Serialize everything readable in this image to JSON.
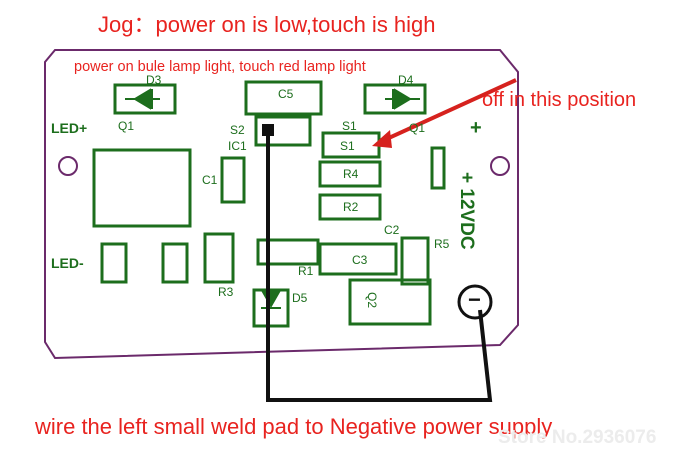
{
  "annotations": {
    "title": "Jog：power on is low,touch is high",
    "subtitle": "power on bule lamp light, touch red lamp light",
    "off_position": "off in this position",
    "wire_instruction": "wire the  left small weld pad  to Negative power supply"
  },
  "watermark": "Store No.2936076",
  "silkscreen": {
    "d3": "D3",
    "d4": "D4",
    "d5": "D5",
    "q1": "Q1",
    "q1_right": "Q1",
    "c5": "C5",
    "s2": "S2",
    "s1_top": "S1",
    "s1_box": "S1",
    "ic1": "IC1",
    "c1": "C1",
    "r4": "R4",
    "r2": "R2",
    "c2": "C2",
    "c3": "C3",
    "r5": "R5",
    "r1": "R1",
    "r3": "R3",
    "q2": "Q2",
    "led_plus": "LED+",
    "led_minus": "LED-",
    "vdc": "+ 12VDC",
    "plus_sign": "+",
    "minus_sign": "−"
  },
  "colors": {
    "board_outline": "#6b2a6b",
    "silkscreen": "#1d6e1d",
    "annotation": "#e8231f",
    "wire": "#111111"
  }
}
